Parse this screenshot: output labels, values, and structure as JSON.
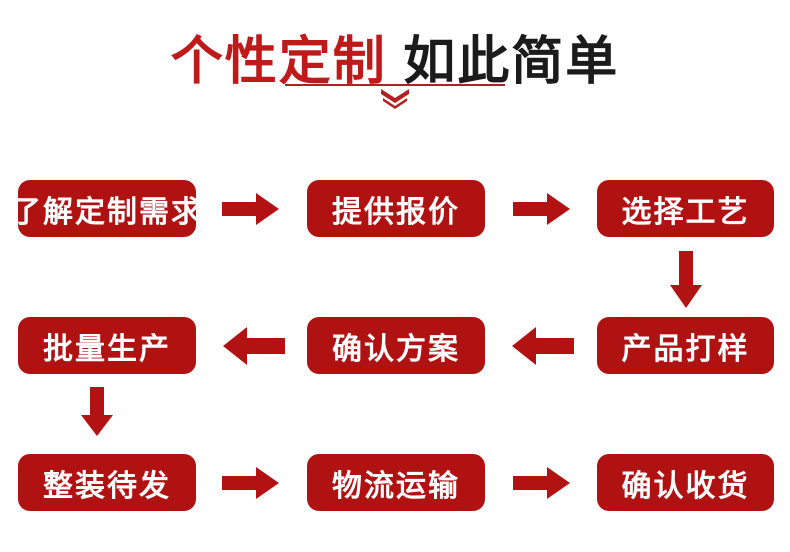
{
  "header": {
    "title_red": "个性定制",
    "title_dark": "如此简单",
    "divider_color": "#b3201f",
    "chevron_icon": "double-chevron-down-icon"
  },
  "theme": {
    "box_fill": "#b01111",
    "box_text": "#ffffff",
    "arrow_fill": "#b31212",
    "title_red": "#bf1a1a",
    "title_dark": "#1b1b1b",
    "page_background": "#ffffff"
  },
  "flow": {
    "rows": [
      {
        "direction": "left-to-right",
        "nodes": [
          {
            "step": 1,
            "label": "了解定制需求"
          },
          {
            "step": 2,
            "label": "提供报价"
          },
          {
            "step": 3,
            "label": "选择工艺"
          }
        ],
        "arrows": [
          {
            "icon": "arrow-right-icon",
            "between": "了解定制需求 → 提供报价"
          },
          {
            "icon": "arrow-right-icon",
            "between": "提供报价 → 选择工艺"
          }
        ]
      },
      {
        "direction": "right-to-left",
        "nodes": [
          {
            "step": 6,
            "label": "批量生产"
          },
          {
            "step": 5,
            "label": "确认方案"
          },
          {
            "step": 4,
            "label": "产品打样"
          }
        ],
        "arrows": [
          {
            "icon": "arrow-left-icon",
            "between": "确认方案 → 批量生产"
          },
          {
            "icon": "arrow-left-icon",
            "between": "产品打样 → 确认方案"
          }
        ]
      },
      {
        "direction": "left-to-right",
        "nodes": [
          {
            "step": 7,
            "label": "整装待发"
          },
          {
            "step": 8,
            "label": "物流运输"
          },
          {
            "step": 9,
            "label": "确认收货"
          }
        ],
        "arrows": [
          {
            "icon": "arrow-right-icon",
            "between": "整装待发 → 物流运输"
          },
          {
            "icon": "arrow-right-icon",
            "between": "物流运输 → 确认收货"
          }
        ]
      }
    ],
    "connectors": [
      {
        "icon": "arrow-down-icon",
        "between": "选择工艺 → 产品打样",
        "column": "right"
      },
      {
        "icon": "arrow-down-icon",
        "between": "批量生产 → 整装待发",
        "column": "left"
      }
    ]
  }
}
